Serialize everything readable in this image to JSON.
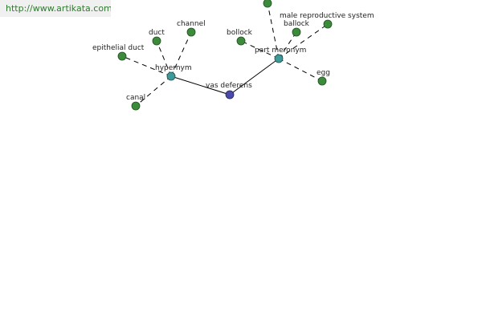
{
  "header": {
    "url": "http://www.artikata.com"
  },
  "graph": {
    "nodes": [
      {
        "id": "vas-deferens",
        "label": "vas deferens",
        "kind": "center"
      },
      {
        "id": "hypernym",
        "label": "hypernym",
        "kind": "hub"
      },
      {
        "id": "part-meronym",
        "label": "part meronym",
        "kind": "hub"
      },
      {
        "id": "duct",
        "label": "duct",
        "kind": "leaf"
      },
      {
        "id": "channel",
        "label": "channel",
        "kind": "leaf"
      },
      {
        "id": "epithelial-duct",
        "label": "epithelial duct",
        "kind": "leaf"
      },
      {
        "id": "canal",
        "label": "canal",
        "kind": "leaf"
      },
      {
        "id": "bollock",
        "label": "bollock",
        "kind": "leaf"
      },
      {
        "id": "ballock",
        "label": "ballock",
        "kind": "leaf"
      },
      {
        "id": "male-reproductive-system",
        "label": "male reproductive system",
        "kind": "leaf"
      },
      {
        "id": "egg",
        "label": "egg",
        "kind": "leaf"
      },
      {
        "id": "unlabeled-top",
        "label": "",
        "kind": "leaf"
      }
    ],
    "edges": [
      {
        "from": "vas-deferens",
        "to": "hypernym",
        "style": "solid"
      },
      {
        "from": "vas-deferens",
        "to": "part-meronym",
        "style": "solid"
      },
      {
        "from": "hypernym",
        "to": "duct",
        "style": "dashed"
      },
      {
        "from": "hypernym",
        "to": "channel",
        "style": "dashed"
      },
      {
        "from": "hypernym",
        "to": "epithelial-duct",
        "style": "dashed"
      },
      {
        "from": "hypernym",
        "to": "canal",
        "style": "dashed"
      },
      {
        "from": "part-meronym",
        "to": "bollock",
        "style": "dashed"
      },
      {
        "from": "part-meronym",
        "to": "ballock",
        "style": "dashed"
      },
      {
        "from": "part-meronym",
        "to": "male-reproductive-system",
        "style": "dashed"
      },
      {
        "from": "part-meronym",
        "to": "egg",
        "style": "dashed"
      },
      {
        "from": "part-meronym",
        "to": "unlabeled-top",
        "style": "dashed"
      }
    ]
  }
}
